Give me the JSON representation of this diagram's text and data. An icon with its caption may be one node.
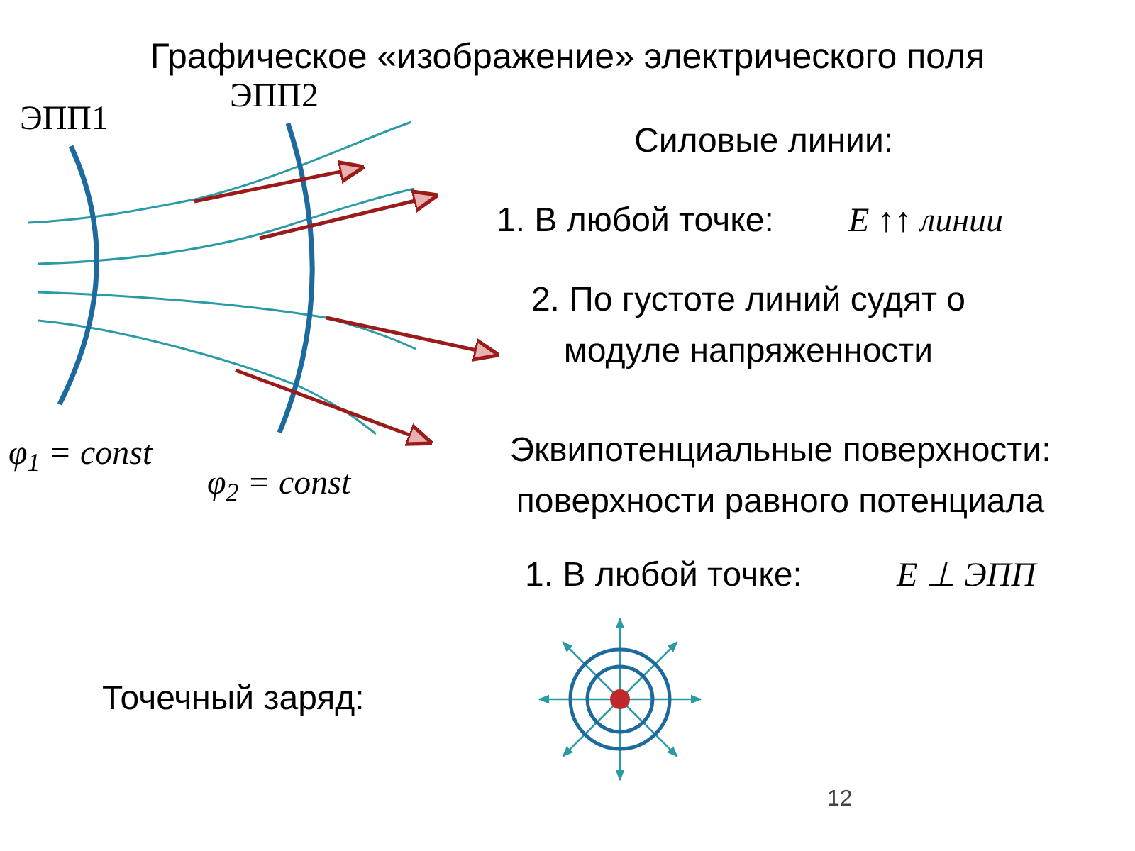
{
  "diagram": {
    "title": "Графическое «изображение» электрического поля",
    "labels": [
      "ЭПП1",
      "ЭПП2",
      "Силовые линии:",
      "1. В любой точке:",
      "E ↑↑ линии",
      "2. По густоте линий судят о модуле напряженности",
      "φ$_{1}$ = const",
      "φ$_{2}$ = const",
      "Эквипотенциальные поверхности: поверхности равного потенциала",
      "1. В любой точке:",
      "E ⊥ ЭПП",
      "Точечный заряд:",
      "12"
    ]
  }
}
